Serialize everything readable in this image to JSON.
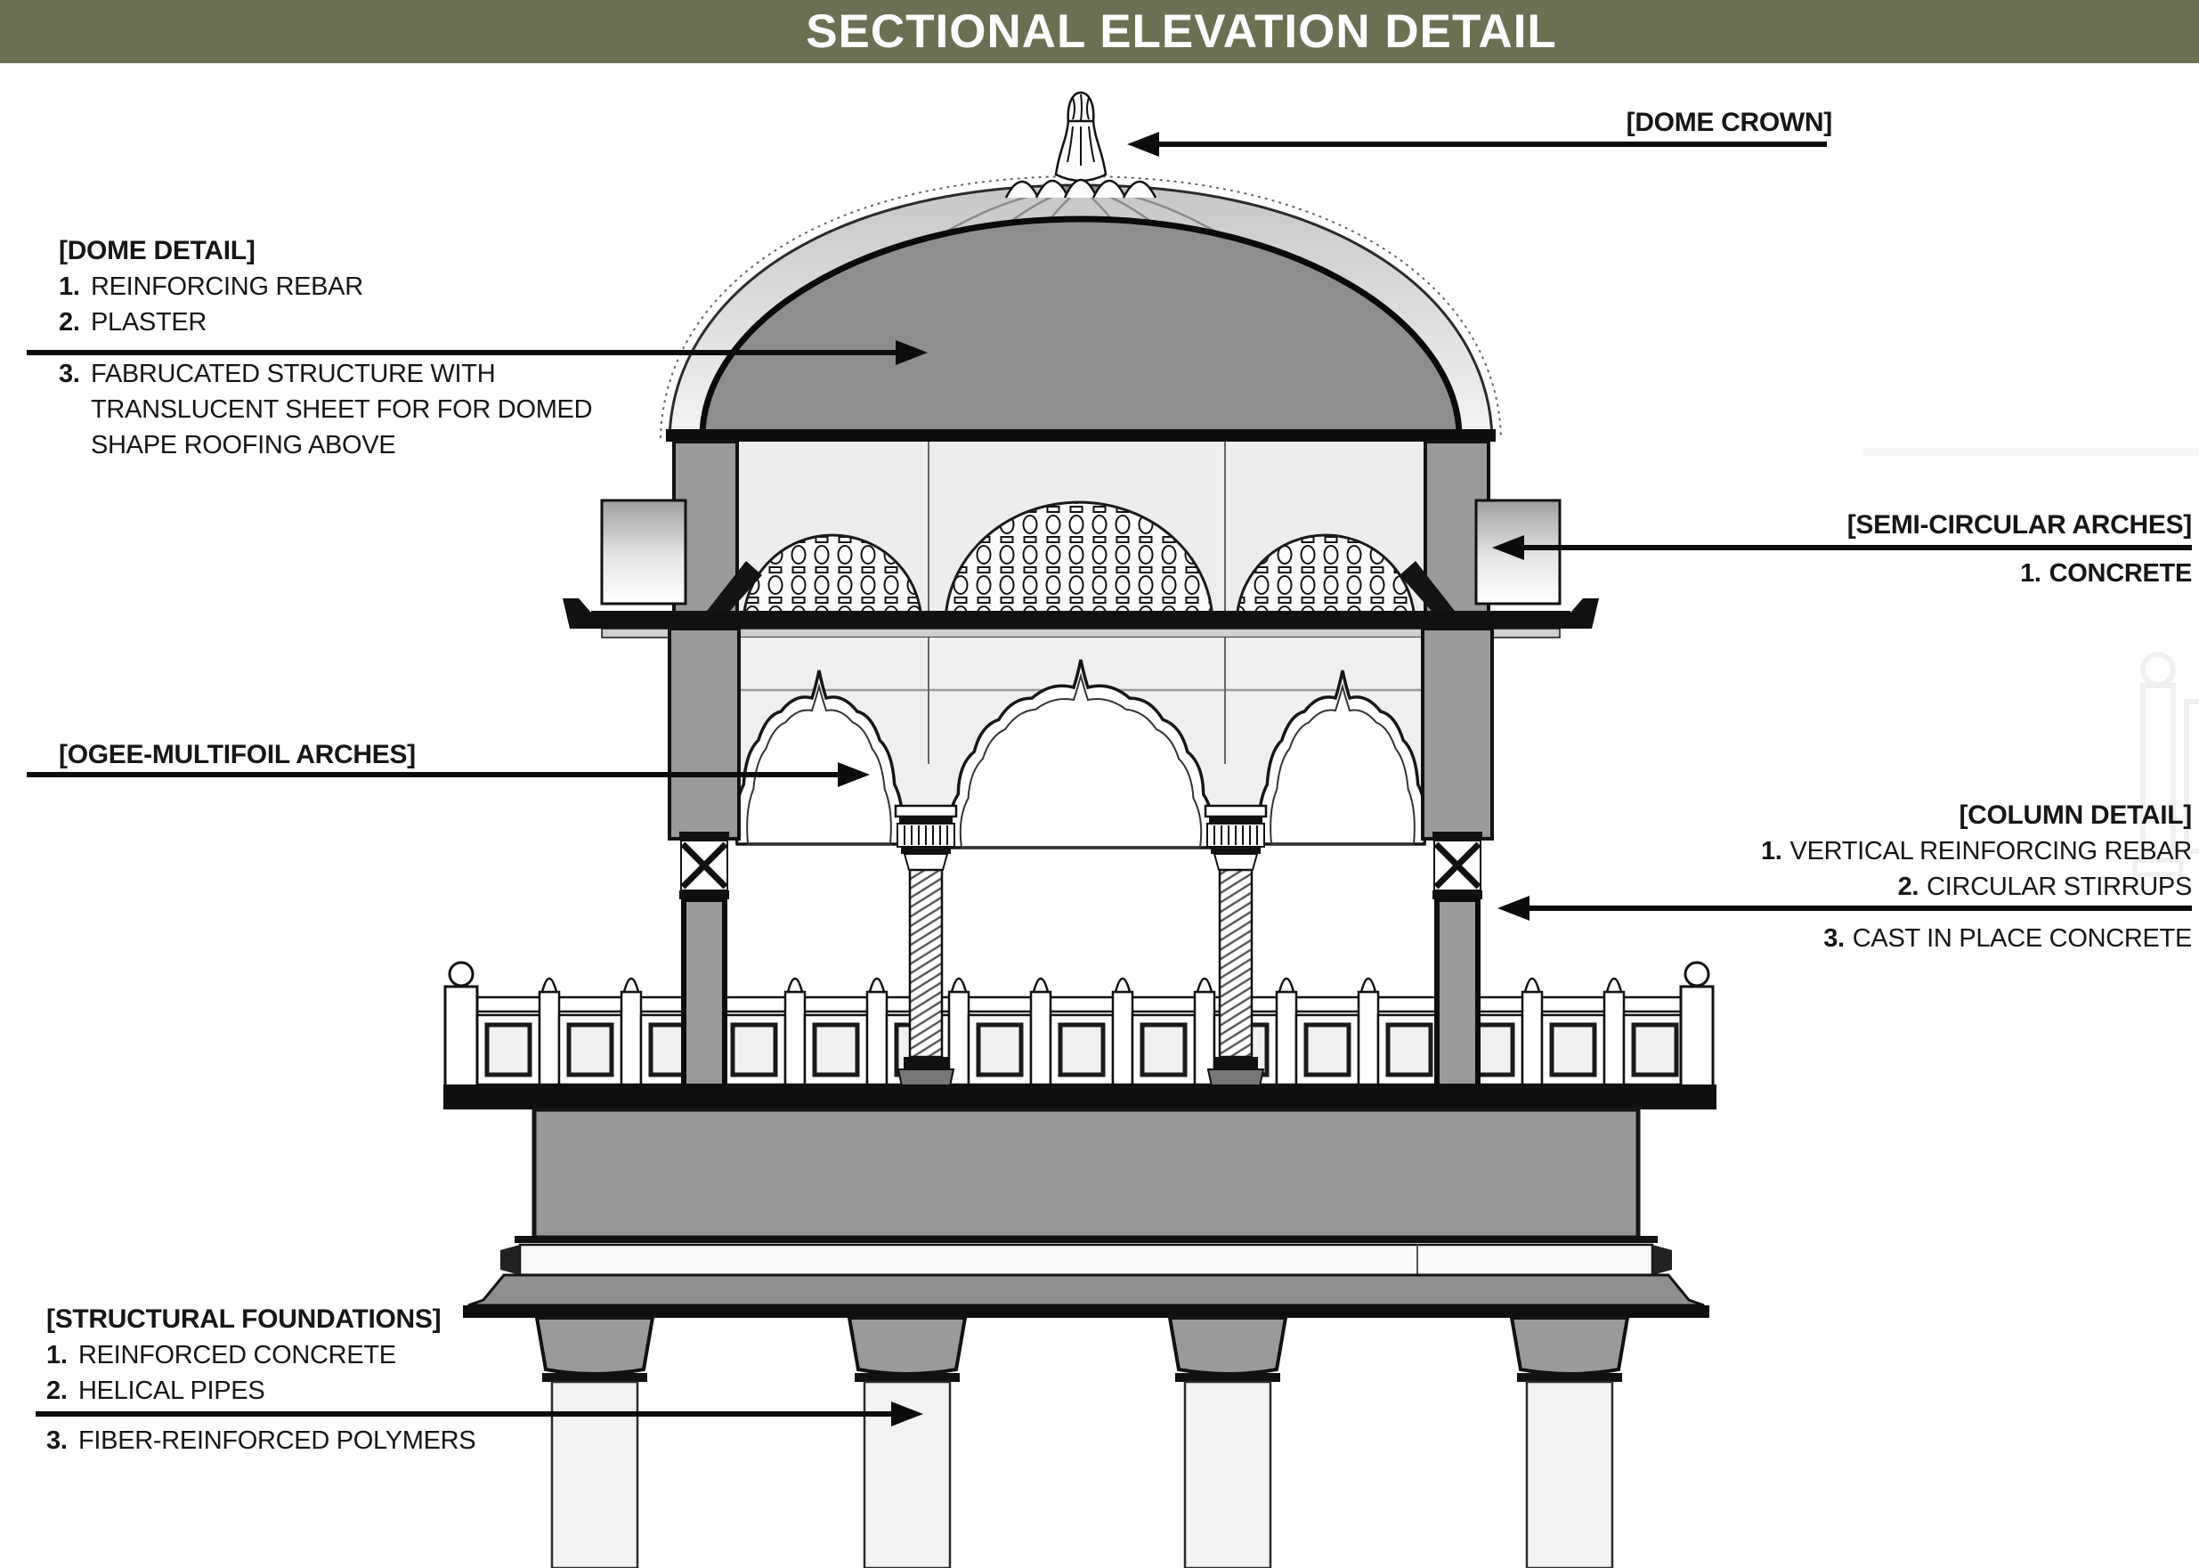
{
  "title_bar": {
    "title": "SECTIONAL ELEVATION DETAIL",
    "background": "#6d6f53",
    "text_color": "#ffffff"
  },
  "annotations": {
    "dome_crown": {
      "label": "[DOME CROWN]"
    },
    "dome_detail": {
      "label": "[DOME DETAIL]",
      "items": [
        {
          "num": "1.",
          "text": "REINFORCING REBAR"
        },
        {
          "num": "2.",
          "text": "PLASTER"
        },
        {
          "num": "3.",
          "text": "FABRUCATED STRUCTURE WITH"
        },
        {
          "num": "",
          "text": "TRANSLUCENT SHEET FOR FOR DOMED"
        },
        {
          "num": "",
          "text": "SHAPE ROOFING ABOVE"
        }
      ]
    },
    "semi_circular_arches": {
      "label": "[SEMI-CIRCULAR ARCHES]",
      "items": [
        {
          "num": "1.",
          "text": "CONCRETE"
        }
      ]
    },
    "ogee_multifoil_arches": {
      "label": "[OGEE-MULTIFOIL ARCHES]"
    },
    "column_detail": {
      "label": "[COLUMN DETAIL]",
      "items": [
        {
          "num": "1.",
          "text": "VERTICAL REINFORCING REBAR"
        },
        {
          "num": "2.",
          "text": "CIRCULAR STIRRUPS"
        },
        {
          "num": "3.",
          "text": "CAST IN PLACE CONCRETE"
        }
      ]
    },
    "structural_foundations": {
      "label": "[STRUCTURAL FOUNDATIONS]",
      "items": [
        {
          "num": "1.",
          "text": "REINFORCED CONCRETE"
        },
        {
          "num": "2.",
          "text": "HELICAL PIPES"
        },
        {
          "num": "3.",
          "text": "FIBER-REINFORCED POLYMERS"
        }
      ]
    }
  },
  "drawing": {
    "colors": {
      "header_bar": "#6d6f53",
      "section_fill": "#8e8e8e",
      "masonry_fill": "#9a9a9a",
      "wall_fill": "#ededed",
      "slab_fill": "#989898",
      "line": "#111111",
      "background": "#ffffff"
    }
  }
}
